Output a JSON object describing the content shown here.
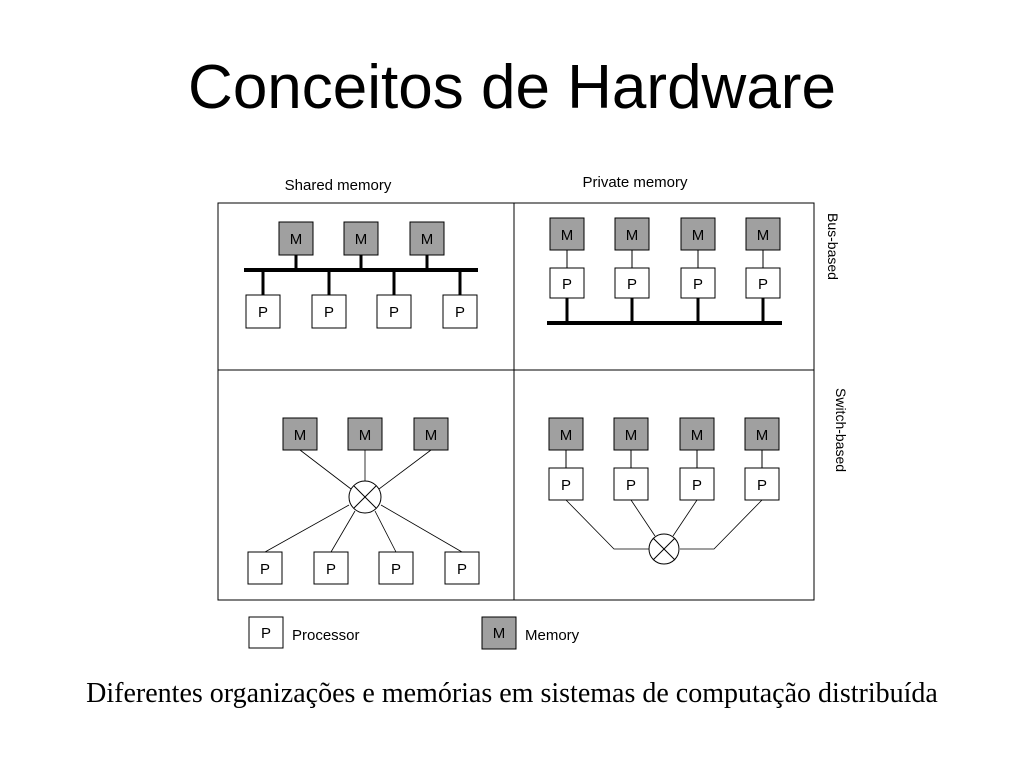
{
  "slide": {
    "title": "Conceitos de Hardware",
    "caption": "Diferentes organizações e memórias em sistemas de computação distribuída"
  },
  "diagram": {
    "columns": [
      "Shared memory",
      "Private memory"
    ],
    "rows": [
      "Bus-based",
      "Switch-based"
    ],
    "processor_label": "P",
    "memory_label": "M",
    "legend": {
      "processor": "Processor",
      "memory": "Memory"
    },
    "colors": {
      "memory_fill": "#a0a0a0",
      "processor_fill": "#ffffff",
      "line": "#000000"
    }
  }
}
